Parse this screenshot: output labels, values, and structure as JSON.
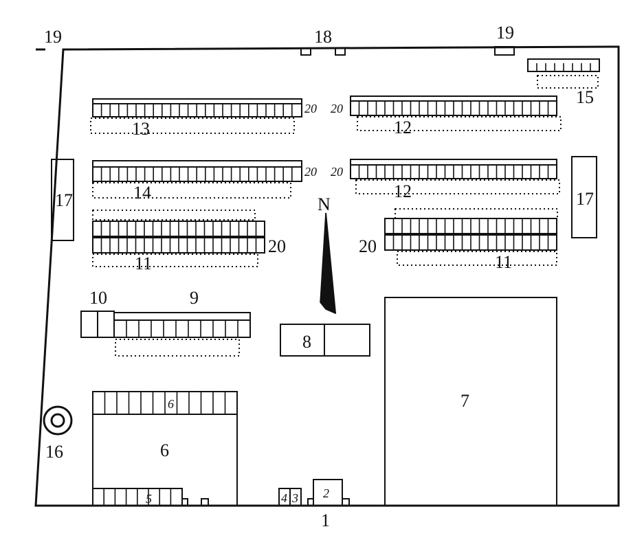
{
  "labels": {
    "n1": "1",
    "n2": "2",
    "n3": "3",
    "n4": "4",
    "n5": "5",
    "n6a": "6",
    "n6b": "6",
    "n7": "7",
    "n8": "8",
    "n9": "9",
    "n10": "10",
    "n11a": "11",
    "n11b": "11",
    "n12a": "12",
    "n12b": "12",
    "n13": "13",
    "n14": "14",
    "n15": "15",
    "n16": "16",
    "n17a": "17",
    "n17b": "17",
    "n18": "18",
    "n19a": "19",
    "n19b": "19",
    "n20a": "20",
    "n20b": "20",
    "n20c": "20",
    "n20d": "20",
    "n20e": "20",
    "n20f": "20",
    "north": "N"
  }
}
